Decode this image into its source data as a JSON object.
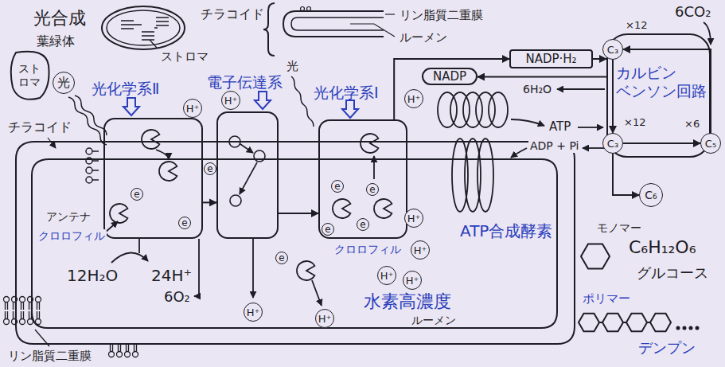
{
  "diagram": {
    "title": "光合成",
    "nodes": [
      {
        "text": [
          "ストロマ"
        ]
      },
      {
        "text": [
          "光"
        ]
      },
      {
        "text": [
          "光化学系Ⅱ"
        ]
      },
      {
        "text": [
          "e"
        ],
        "in": 2
      },
      {
        "text": [
          "e"
        ],
        "in": 2
      },
      {
        "text": [
          "H⁺"
        ]
      },
      {
        "text": [
          "電子伝達系"
        ]
      },
      {
        "text": [
          "H⁺"
        ]
      },
      {
        "text": [
          "e"
        ]
      },
      {
        "text": [
          "光化学系Ⅰ"
        ]
      },
      {
        "text": [
          "e"
        ],
        "in": 9
      },
      {
        "text": [
          "e"
        ],
        "in": 9
      },
      {
        "text": [
          "e"
        ],
        "in": 9
      },
      {
        "text": [
          "e"
        ],
        "in": 9
      },
      {
        "text": [
          "e"
        ]
      },
      {
        "text": [
          "H⁺"
        ]
      },
      {
        "text": [
          "NADP"
        ]
      },
      {
        "text": [
          "NADP·H₂"
        ]
      },
      {
        "text": [
          "ATP合成酵素"
        ]
      },
      {
        "text": [
          "カルビン ベンソン回路"
        ]
      },
      {
        "text": [
          "C₃"
        ]
      },
      {
        "text": [
          "C₃"
        ]
      },
      {
        "text": [
          "C₅"
        ]
      },
      {
        "text": [
          "C₆"
        ]
      },
      {
        "text": [
          "H⁺"
        ]
      },
      {
        "text": [
          "H⁺"
        ]
      },
      {
        "text": [
          "H⁺"
        ]
      },
      {
        "text": [
          "H⁺"
        ]
      },
      {
        "text": [
          "H⁺"
        ]
      },
      {
        "text": [
          "H⁺"
        ]
      }
    ],
    "edges": [
      {
        "from": 2,
        "to": 6,
        "arrow": "to"
      },
      {
        "from": 6,
        "to": 9,
        "arrow": "to"
      },
      {
        "from": 9,
        "to": 17,
        "arrow": "to"
      },
      {
        "from": 17,
        "to": 19,
        "arrow": "to"
      },
      {
        "from": 19,
        "to": 16,
        "arrow": "to"
      },
      {
        "from": 20,
        "to": 21,
        "arrow": "to"
      },
      {
        "from": 21,
        "to": 22,
        "arrow": "to"
      },
      {
        "from": 22,
        "to": 20,
        "arrow": "to"
      },
      {
        "from": 21,
        "to": 23,
        "arrow": "to"
      }
    ],
    "labels": [
      "葉緑体",
      "ストロマ",
      "チラコイド",
      "リン脂質二重膜",
      "ルーメン",
      "チラコイド",
      "アンテナ",
      "クロロフィル",
      "12H₂O",
      "24H⁺",
      "6O₂",
      "リン脂質二重膜",
      "光",
      "クロロフィル",
      "水素高濃度",
      "ルーメン",
      "6H₂O",
      "ATP",
      "ADP + Pi",
      "×12",
      "6CO₂",
      "×12",
      "×6",
      "モノマー",
      "C₆H₁₂O₆",
      "グルコース",
      "ポリマー",
      "デンプン"
    ]
  }
}
